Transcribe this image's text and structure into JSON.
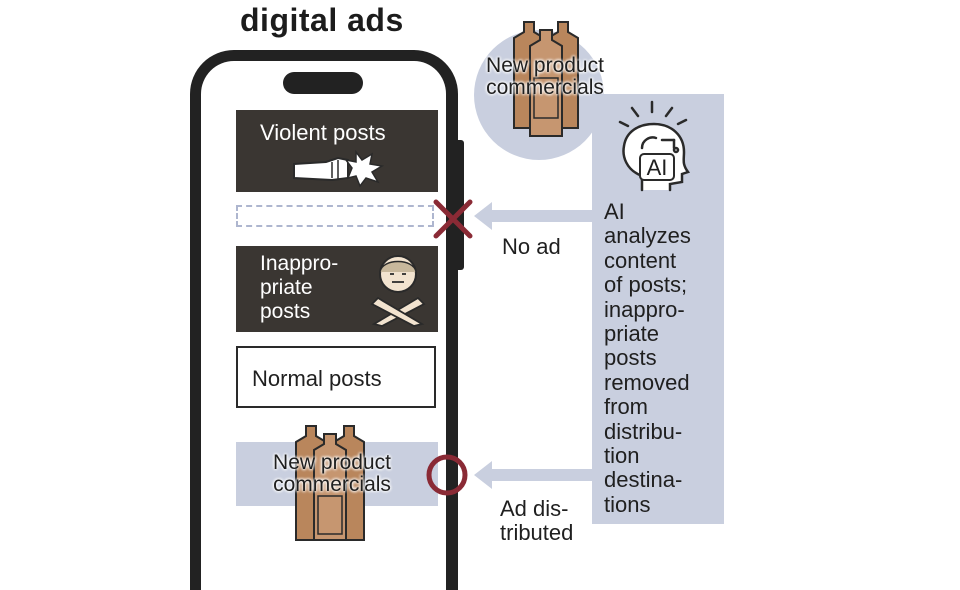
{
  "title": {
    "line2": "digital ads"
  },
  "phone_feed": {
    "violent_label": "Violent posts",
    "inappropriate_label": "Inappro-\npriate\nposts",
    "normal_label": "Normal posts",
    "ad_label": "New product\ncommercials"
  },
  "top_ad": {
    "label": "New product\ncommercials"
  },
  "ai_panel": {
    "icon_text": "AI",
    "description": "AI\nanalyzes\ncontent\nof posts;\ninappro-\npriate\nposts\nremoved\nfrom\ndistribu-\ntion\ndestina-\ntions"
  },
  "flow": {
    "no_ad_label": "No ad",
    "distributed_label": "Ad dis-\ntributed"
  },
  "colors": {
    "panel_blue": "#c9cfdf",
    "dark_block": "#3a3632",
    "mark_red": "#8a2a35",
    "bottle_brown": "#b9865c"
  }
}
